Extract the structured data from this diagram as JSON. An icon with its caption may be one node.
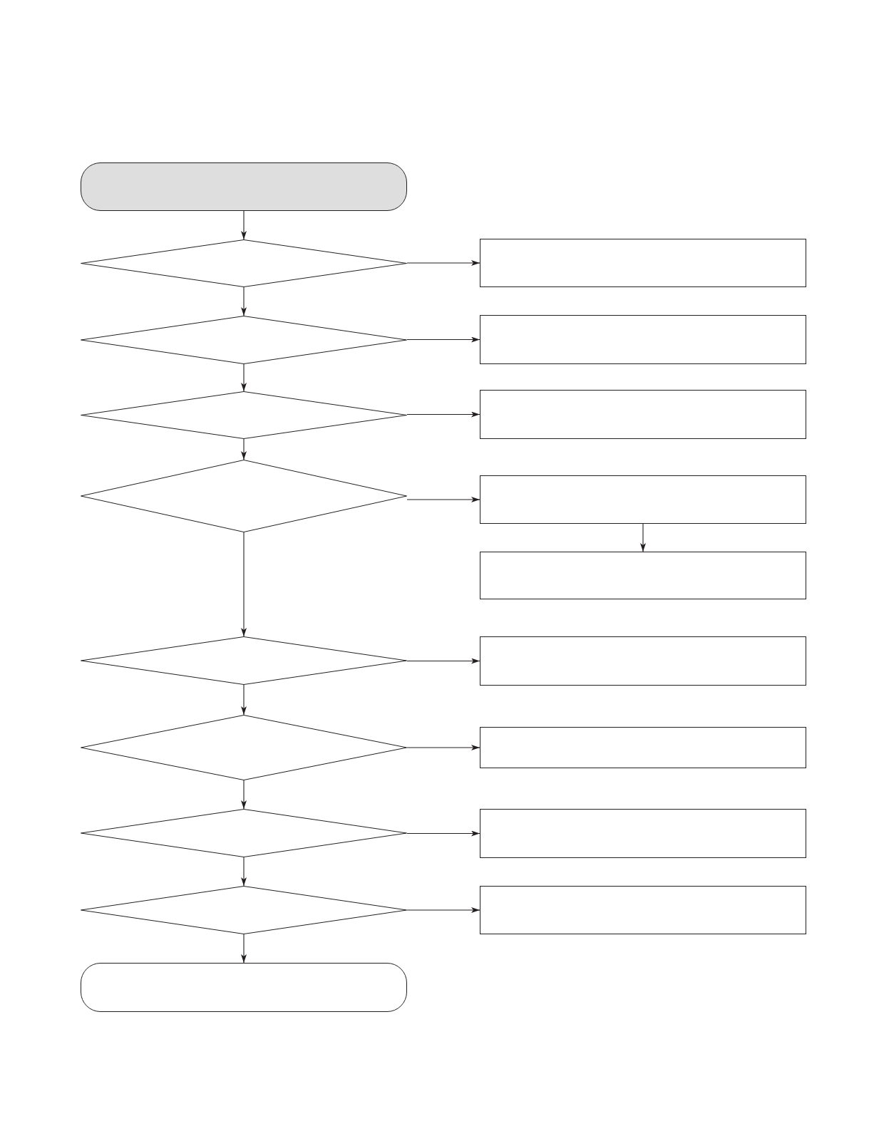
{
  "diagram": {
    "nodes": [
      {
        "text": [],
        "shape": "box"
      },
      {
        "text": [],
        "shape": "diamond"
      },
      {
        "text": [],
        "shape": "box"
      },
      {
        "text": [],
        "shape": "diamond"
      },
      {
        "text": [],
        "shape": "box"
      },
      {
        "text": [],
        "shape": "diamond"
      },
      {
        "text": [],
        "shape": "box"
      },
      {
        "text": [],
        "shape": "diamond"
      },
      {
        "text": [],
        "shape": "box"
      },
      {
        "text": [],
        "shape": "box"
      },
      {
        "text": [],
        "shape": "diamond"
      },
      {
        "text": [],
        "shape": "box"
      },
      {
        "text": [],
        "shape": "diamond"
      },
      {
        "text": [],
        "shape": "box"
      },
      {
        "text": [],
        "shape": "diamond"
      },
      {
        "text": [],
        "shape": "box"
      },
      {
        "text": [],
        "shape": "diamond"
      },
      {
        "text": [],
        "shape": "box"
      },
      {
        "text": [],
        "shape": "box"
      }
    ],
    "edges": [
      {
        "from": 0,
        "to": 1,
        "arrow": "to"
      },
      {
        "from": 1,
        "to": 2,
        "arrow": "to"
      },
      {
        "from": 1,
        "to": 3,
        "arrow": "to"
      },
      {
        "from": 3,
        "to": 4,
        "arrow": "to"
      },
      {
        "from": 3,
        "to": 5,
        "arrow": "to"
      },
      {
        "from": 5,
        "to": 6,
        "arrow": "to"
      },
      {
        "from": 5,
        "to": 7,
        "arrow": "to"
      },
      {
        "from": 7,
        "to": 8,
        "arrow": "to"
      },
      {
        "from": 8,
        "to": 9,
        "arrow": "to"
      },
      {
        "from": 7,
        "to": 10,
        "arrow": "to"
      },
      {
        "from": 10,
        "to": 11,
        "arrow": "to"
      },
      {
        "from": 10,
        "to": 12,
        "arrow": "to"
      },
      {
        "from": 12,
        "to": 13,
        "arrow": "to"
      },
      {
        "from": 12,
        "to": 14,
        "arrow": "to"
      },
      {
        "from": 14,
        "to": 15,
        "arrow": "to"
      },
      {
        "from": 14,
        "to": 16,
        "arrow": "to"
      },
      {
        "from": 16,
        "to": 17,
        "arrow": "to"
      },
      {
        "from": 16,
        "to": 18,
        "arrow": "to"
      }
    ]
  }
}
